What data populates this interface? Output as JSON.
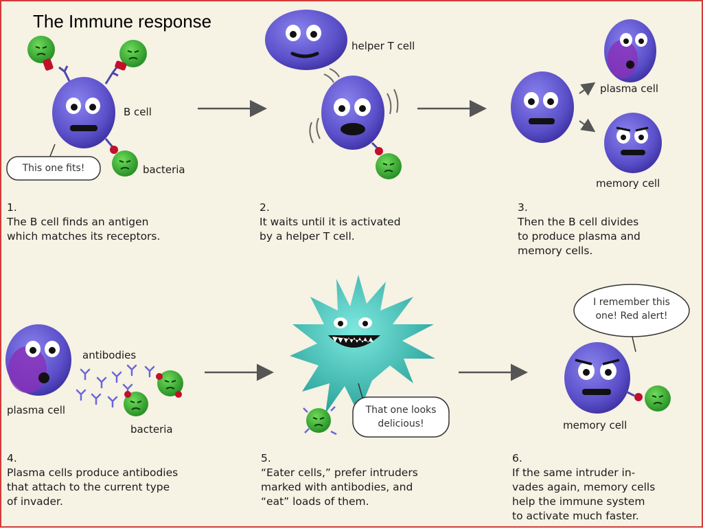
{
  "title": "The Immune response",
  "labels": {
    "helper_t_cell": "helper T cell",
    "b_cell": "B cell",
    "bacteria_1": "bacteria",
    "plasma_cell_1": "plasma cell",
    "memory_cell_1": "memory cell",
    "antibodies": "antibodies",
    "plasma_cell_2": "plasma cell",
    "bacteria_2": "bacteria",
    "memory_cell_2": "memory cell"
  },
  "bubbles": {
    "b_cell": "This one fits!",
    "eater_line1": "That one looks",
    "eater_line2": "delicious!",
    "memory_line1": "I remember this",
    "memory_line2": "one! Red alert!"
  },
  "steps": [
    {
      "num": "1.",
      "lines": [
        "The B cell finds an antigen",
        "which matches its receptors."
      ]
    },
    {
      "num": "2.",
      "lines": [
        "It waits until it is activated",
        "by a helper T cell."
      ]
    },
    {
      "num": "3.",
      "lines": [
        "Then the B cell divides",
        "to produce plasma and",
        "memory cells."
      ]
    },
    {
      "num": "4.",
      "lines": [
        "Plasma cells produce antibodies",
        "that attach to the current type",
        "of invader."
      ]
    },
    {
      "num": "5.",
      "lines": [
        "“Eater cells,” prefer intruders",
        "marked with antibodies, and",
        "“eat” loads of them."
      ]
    },
    {
      "num": "6.",
      "lines": [
        "If the same intruder in-",
        "vades again, memory cells",
        "help the immune system",
        "to activate much faster."
      ]
    }
  ],
  "colors": {
    "background": "#f6f2e4",
    "border": "#d23a3a",
    "cell": "#5a4fc8",
    "bacteria": "#3aa83a",
    "eater": "#2fb0a8",
    "antigen": "#c0102a"
  }
}
